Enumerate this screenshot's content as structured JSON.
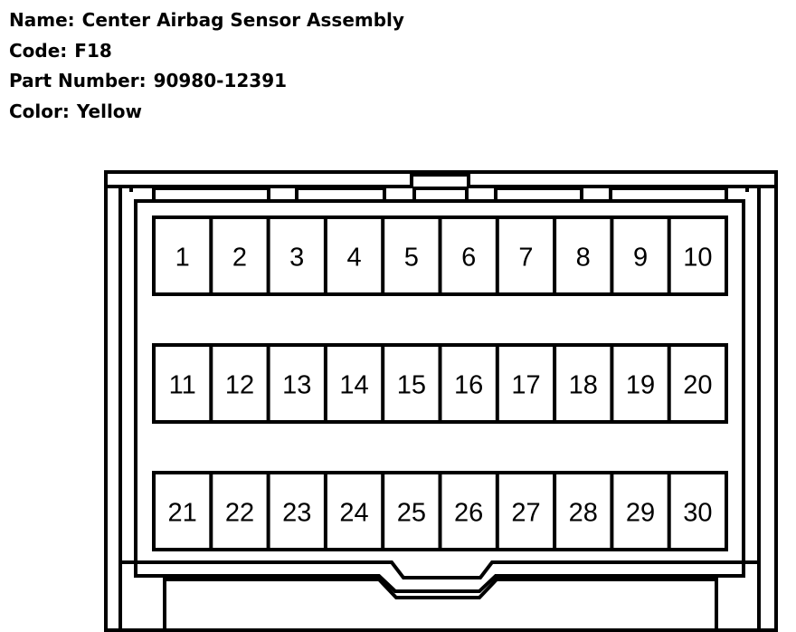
{
  "info": {
    "name_label": "Name:",
    "name_value": "Center Airbag Sensor Assembly",
    "code_label": "Code:",
    "code_value": "F18",
    "part_label": "Part Number:",
    "part_value": "90980-12391",
    "color_label": "Color:",
    "color_value": "Yellow"
  },
  "connector": {
    "rows": [
      [
        "1",
        "2",
        "3",
        "4",
        "5",
        "6",
        "7",
        "8",
        "9",
        "10"
      ],
      [
        "11",
        "12",
        "13",
        "14",
        "15",
        "16",
        "17",
        "18",
        "19",
        "20"
      ],
      [
        "21",
        "22",
        "23",
        "24",
        "25",
        "26",
        "27",
        "28",
        "29",
        "30"
      ]
    ]
  }
}
